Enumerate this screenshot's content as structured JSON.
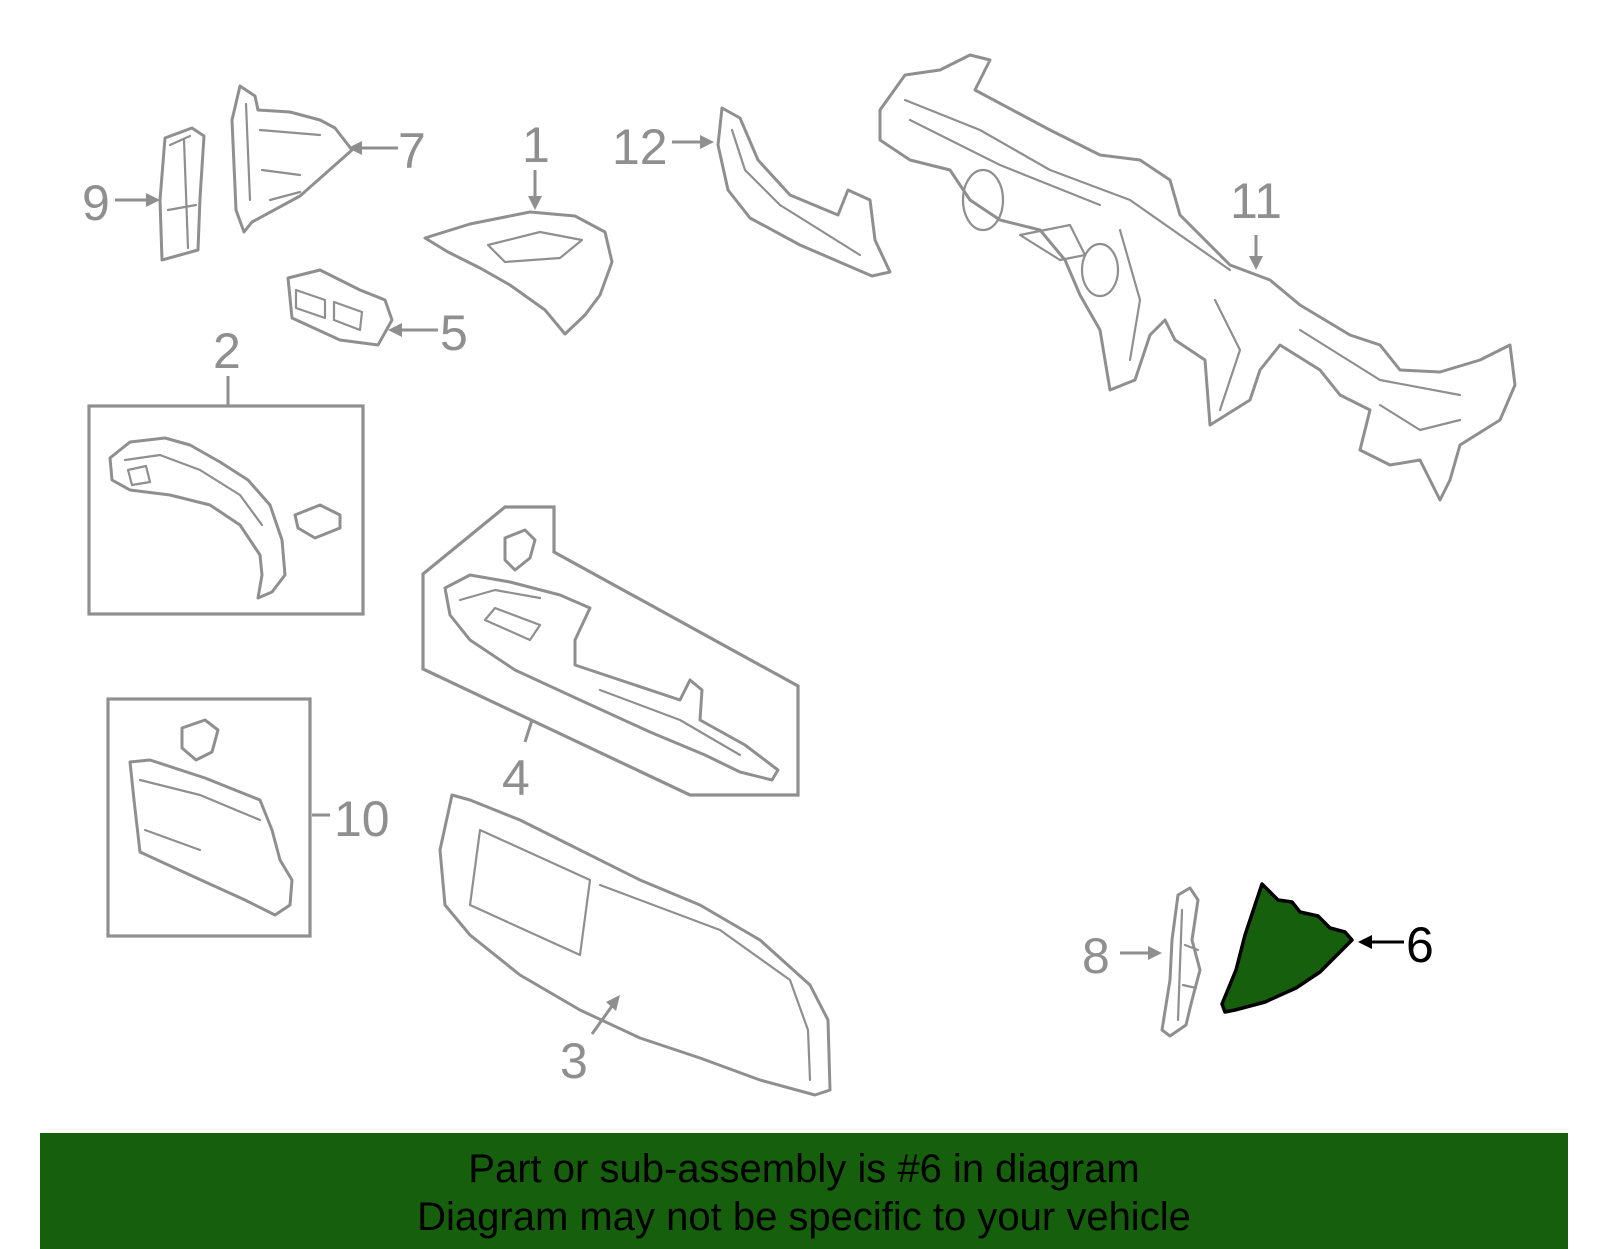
{
  "diagram": {
    "callouts": {
      "c1": "1",
      "c2": "2",
      "c3": "3",
      "c4": "4",
      "c5": "5",
      "c6": "6",
      "c7": "7",
      "c8": "8",
      "c9": "9",
      "c10": "10",
      "c11": "11",
      "c12": "12"
    },
    "highlighted_part": "6",
    "colors": {
      "highlight_fill": "#165f0c",
      "line": "#8f8f8f",
      "banner": "#165f0c"
    }
  },
  "banner": {
    "line1": "Part or sub-assembly is #6 in diagram",
    "line2": "Diagram may not be specific to your vehicle"
  }
}
